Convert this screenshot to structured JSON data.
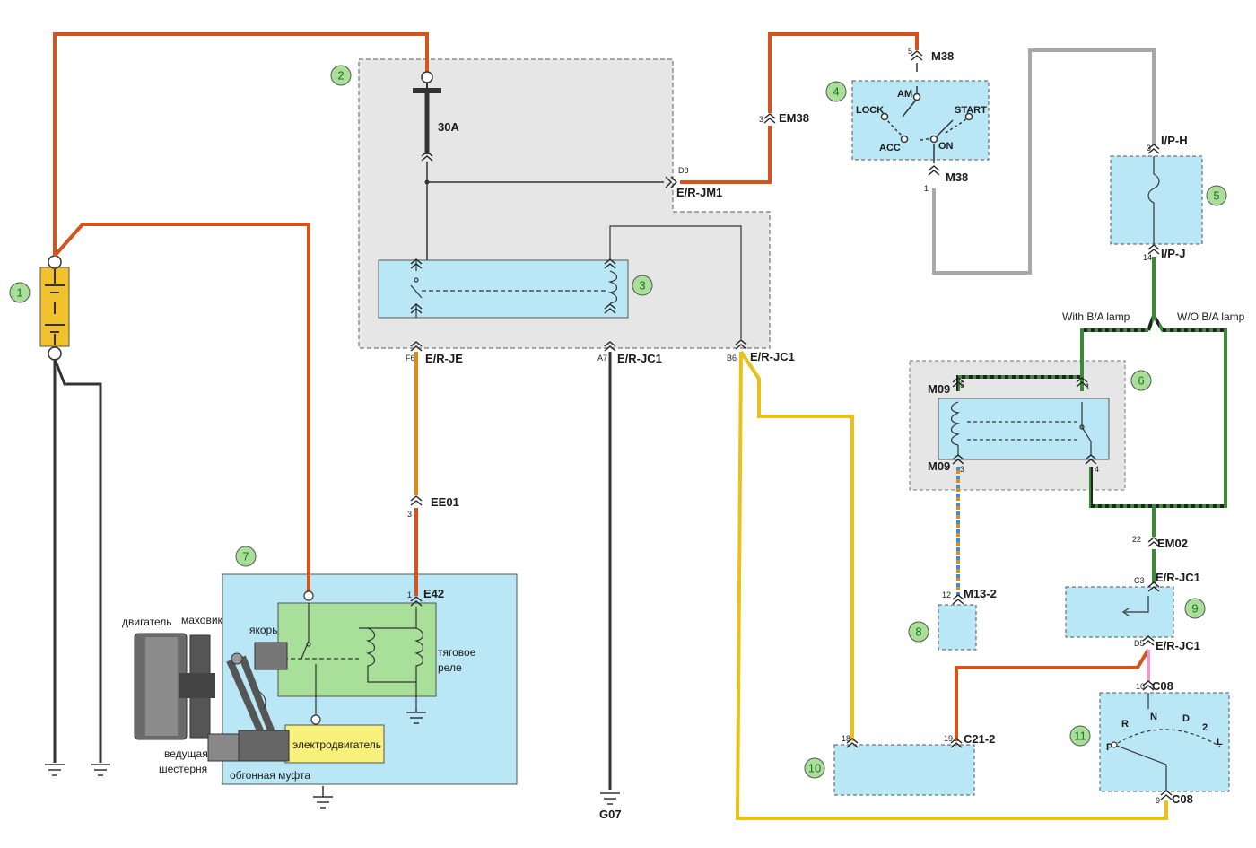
{
  "components": [
    {
      "num": "1"
    },
    {
      "num": "2"
    },
    {
      "num": "3"
    },
    {
      "num": "4"
    },
    {
      "num": "5"
    },
    {
      "num": "6"
    },
    {
      "num": "7"
    },
    {
      "num": "8"
    },
    {
      "num": "9"
    },
    {
      "num": "10"
    },
    {
      "num": "11"
    }
  ],
  "fuse": {
    "rating": "30A"
  },
  "connectors": {
    "er_jm1": {
      "name": "E/R-JM1",
      "pin": "D8"
    },
    "em38": {
      "name": "EM38",
      "pin": "3"
    },
    "m38_top": {
      "name": "M38",
      "pin": "5"
    },
    "m38_bottom": {
      "name": "M38",
      "pin": "1"
    },
    "ip_h": {
      "name": "I/P-H",
      "pin": "3"
    },
    "ip_j": {
      "name": "I/P-J",
      "pin": "14"
    },
    "er_je": {
      "name": "E/R-JE",
      "pin": "F6"
    },
    "er_jc1_a7": {
      "name": "E/R-JC1",
      "pin": "A7"
    },
    "er_jc1_b6": {
      "name": "E/R-JC1",
      "pin": "B6"
    },
    "ee01": {
      "name": "EE01",
      "pin": "3"
    },
    "e42": {
      "name": "E42",
      "pin": "1"
    },
    "g07": {
      "name": "G07"
    },
    "m09_top": {
      "name": "M09",
      "pin_left": "5",
      "pin_right": "1"
    },
    "m09_bottom": {
      "name": "M09",
      "pin_left": "3",
      "pin_right": "4"
    },
    "m13_2": {
      "name": "M13-2",
      "pin": "12"
    },
    "em02": {
      "name": "EM02",
      "pin": "22"
    },
    "er_jc1_c3": {
      "name": "E/R-JC1",
      "pin": "C3"
    },
    "er_jc1_d5": {
      "name": "E/R-JC1",
      "pin": "D5"
    },
    "c08_top": {
      "name": "C08",
      "pin": "10"
    },
    "c08_bottom": {
      "name": "C08",
      "pin": "9"
    },
    "c21_2": {
      "name": "C21-2",
      "pin_left": "18",
      "pin_right": "19"
    }
  },
  "ignition_switch": {
    "am": "AM",
    "lock": "LOCK",
    "acc": "ACC",
    "on": "ON",
    "start": "START"
  },
  "branches": {
    "with_lamp": "With B/A lamp",
    "without_lamp": "W/O B/A lamp"
  },
  "gear_selector": {
    "r": "R",
    "p": "P",
    "n": "N",
    "d": "D",
    "two": "2",
    "l": "L"
  },
  "starter_labels": {
    "engine": "двигатель",
    "flywheel": "маховик",
    "armature": "якорь",
    "solenoid": "тяговое реле",
    "drive_gear": "ведущая шестерня",
    "motor": "электродвигатель",
    "clutch": "обгонная муфта"
  },
  "colors": {
    "wire_red": "#d4541c",
    "wire_orange": "#e08a1e",
    "wire_black": "#333333",
    "wire_grey": "#a8a8a8",
    "wire_yellow": "#e8c21a",
    "wire_green": "#3a8a3a",
    "wire_blue": "#3a8fd0",
    "wire_pink": "#e89ad0",
    "module_fill": "#b9e7f5",
    "relay_fill": "#a8e09a",
    "box_fill": "#e4e4e4",
    "battery_fill": "#f2c12e",
    "motor_fill": "#f7f07a"
  }
}
